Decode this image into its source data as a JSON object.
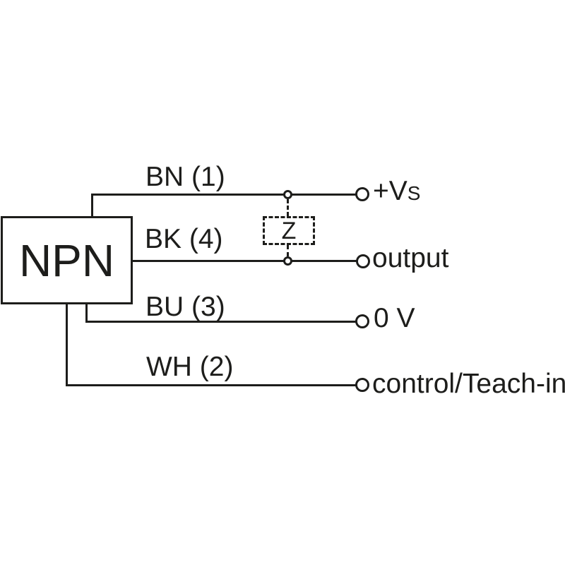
{
  "figure": {
    "device_label": "NPN",
    "impedance_label": "Z",
    "wires": [
      {
        "id": "bn",
        "label": "BN (1)",
        "terminal_main": "+V",
        "terminal_sub": "S"
      },
      {
        "id": "bk",
        "label": "BK (4)",
        "terminal": "output"
      },
      {
        "id": "bu",
        "label": "BU (3)",
        "terminal": "0 V"
      },
      {
        "id": "wh",
        "label": "WH (2)",
        "terminal": "control/Teach-in"
      }
    ],
    "colors": {
      "line": "#1d1d1b",
      "background": "#ffffff"
    }
  }
}
